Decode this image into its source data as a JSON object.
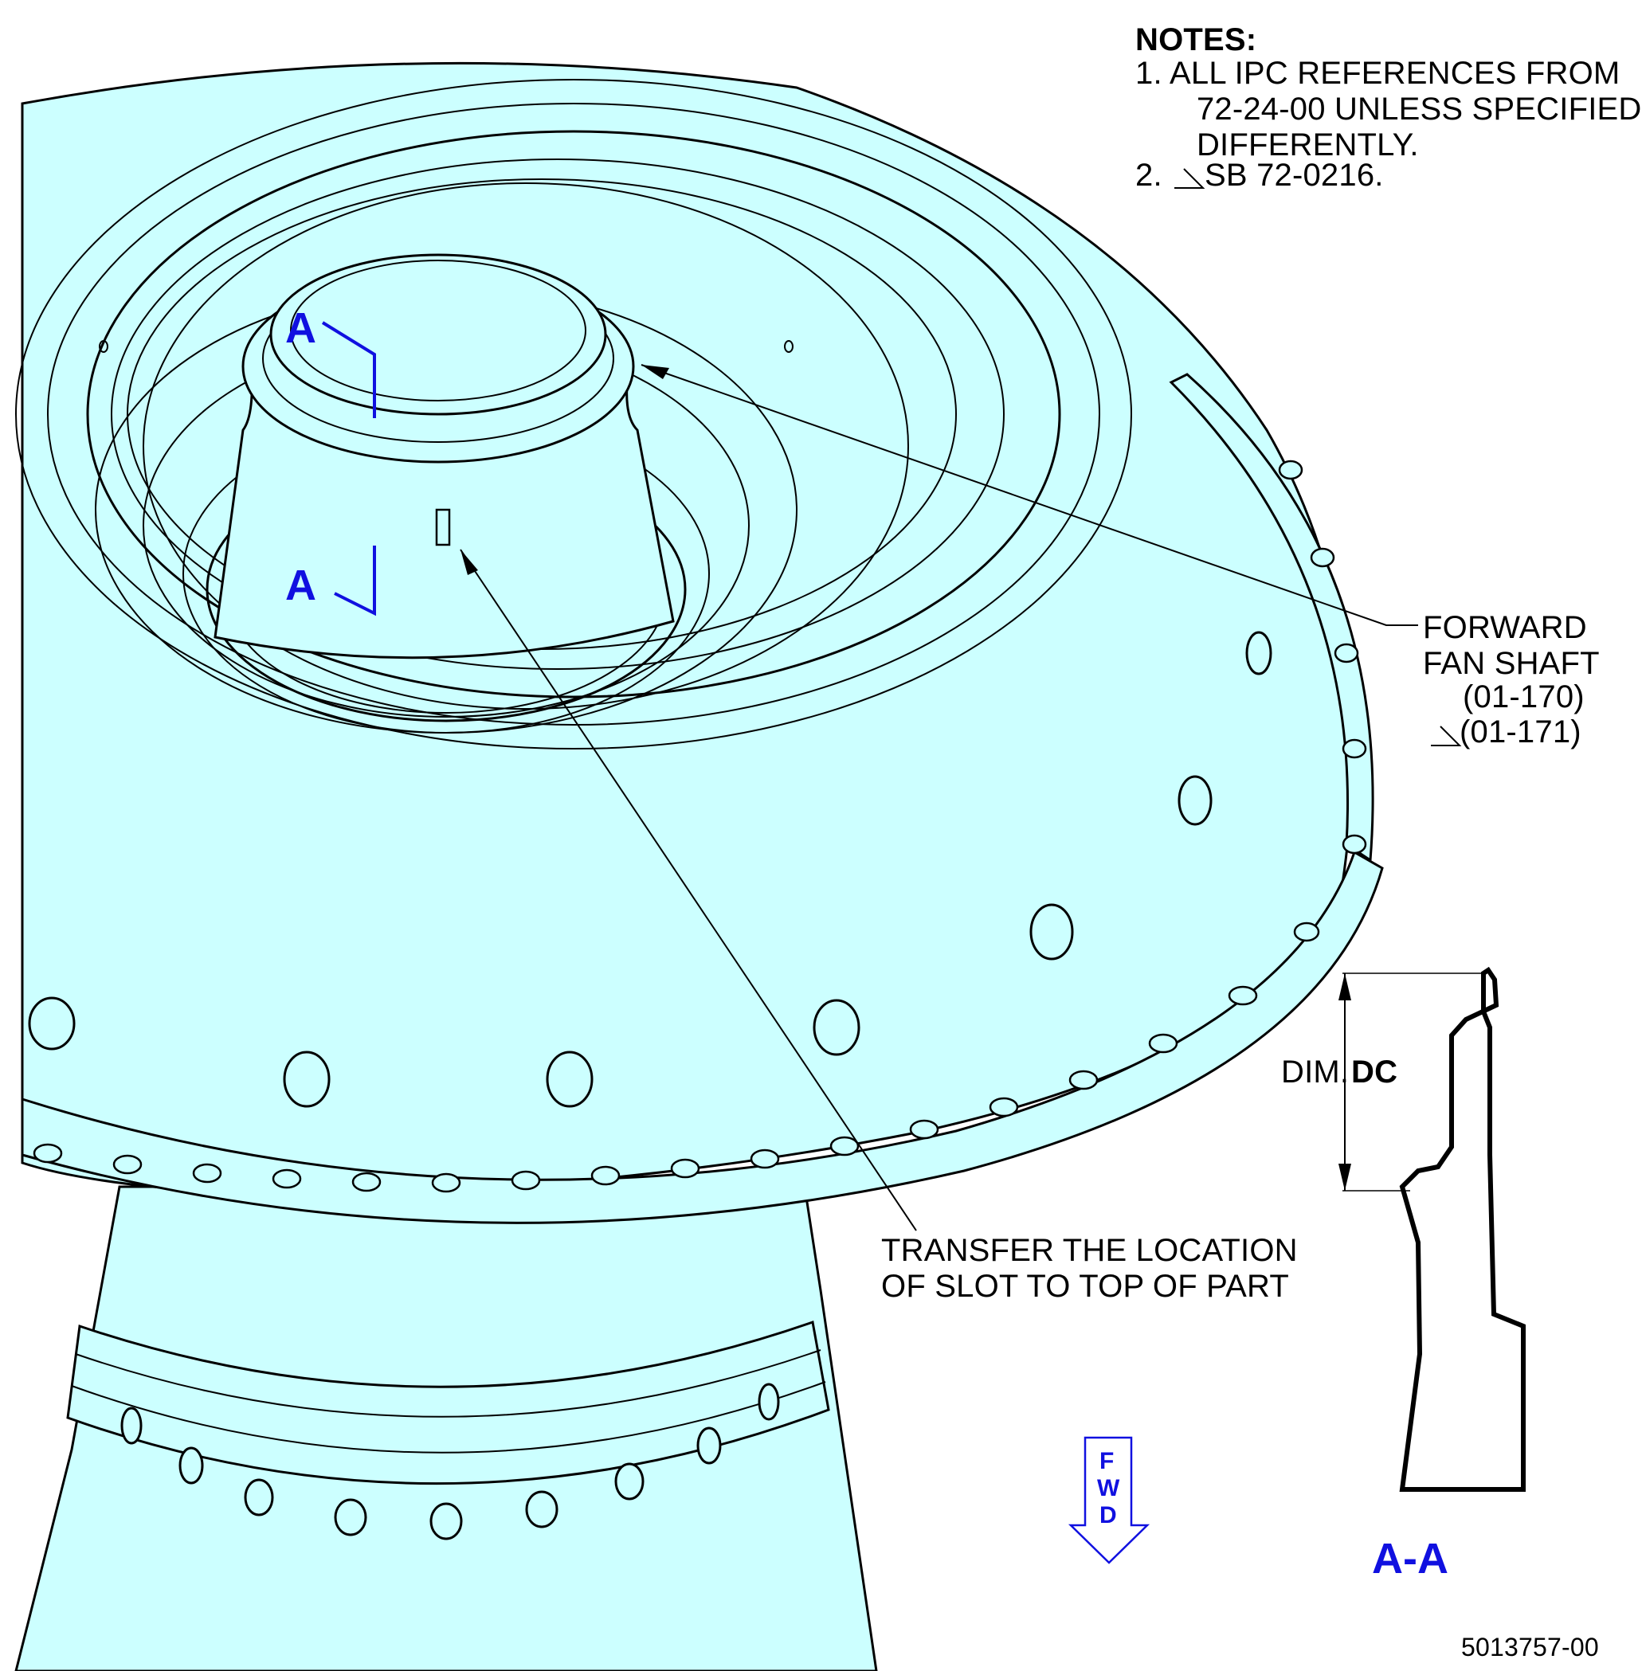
{
  "notes": {
    "heading": "NOTES:",
    "items": [
      {
        "number": "1.",
        "text": "ALL IPC REFERENCES FROM\n   72-24-00 UNLESS SPECIFIED\n   DIFFERENTLY."
      },
      {
        "number": "2.",
        "text": "SB 72-0216."
      }
    ]
  },
  "callouts": {
    "forward_fan_shaft": {
      "name": "FORWARD\nFAN SHAFT",
      "ref1": "(01-170)",
      "ref2": "(01-171)"
    },
    "slot": "TRANSFER THE LOCATION\nOF SLOT TO TOP OF PART"
  },
  "section": {
    "marker": "A",
    "view_label": "A-A",
    "dimension_prefix": "DIM.",
    "dimension_name": "DC"
  },
  "fwd": {
    "letters": [
      "F",
      "W",
      "D"
    ]
  },
  "figure_number": "5013757-00",
  "colors": {
    "part_fill": "#ccffff",
    "line": "#000000",
    "section_blue": "#1010e0"
  }
}
